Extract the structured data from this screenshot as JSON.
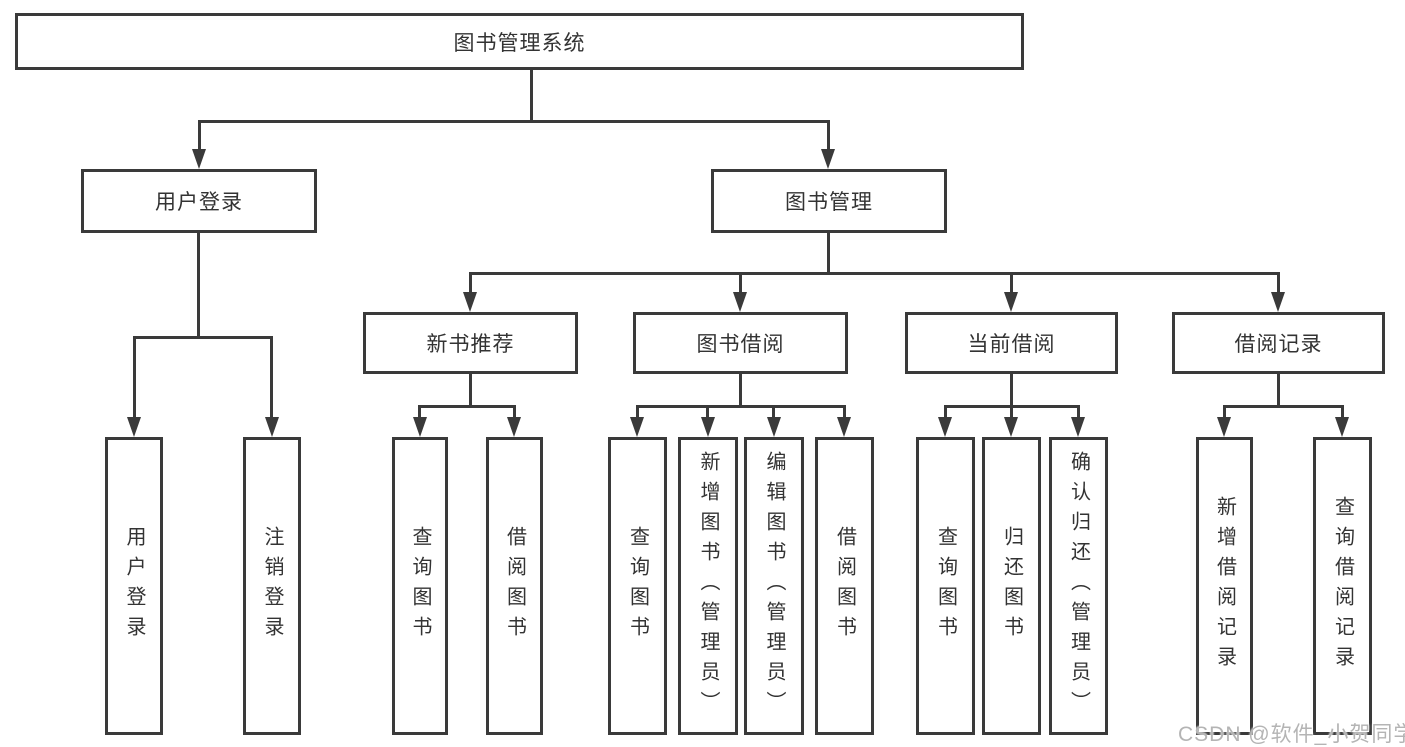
{
  "diagram_title": "图书管理系统",
  "tree": {
    "root": "图书管理系统",
    "branches": [
      {
        "label": "用户登录",
        "children": [
          "用户登录",
          "注销登录"
        ]
      },
      {
        "label": "图书管理",
        "groups": [
          {
            "label": "新书推荐",
            "children": [
              "查询图书",
              "借阅图书"
            ]
          },
          {
            "label": "图书借阅",
            "children": [
              "查询图书",
              "新增图书（管理员）",
              "编辑图书（管理员）",
              "借阅图书"
            ]
          },
          {
            "label": "当前借阅",
            "children": [
              "查询图书",
              "归还图书",
              "确认归还（管理员）"
            ]
          },
          {
            "label": "借阅记录",
            "children": [
              "新增借阅记录",
              "查询借阅记录"
            ]
          }
        ]
      }
    ]
  },
  "watermark": {
    "text": "CSDN @软件_小贺同学",
    "color": "#B4B4B4"
  },
  "style": {
    "line_color": "#3A3A3A",
    "text_color": "#333333",
    "background": "#FFFFFF"
  }
}
